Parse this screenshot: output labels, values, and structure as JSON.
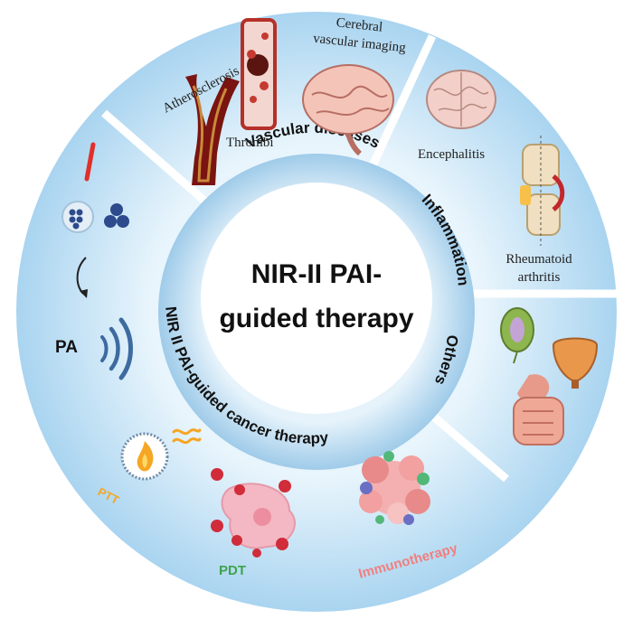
{
  "center": {
    "line1": "NIR-II PAI-",
    "line2": "guided therapy"
  },
  "ring": {
    "vascular": "Vascular diseases",
    "inflammation": "Inflammation",
    "others": "Others",
    "cancer": "NIR II PAI-guided cancer therapy"
  },
  "labels": {
    "atherosclerosis": "Atherosclerosis",
    "thrombi": "Thrombi",
    "cerebral_line1": "Cerebral",
    "cerebral_line2": "vascular imaging",
    "encephalitis": "Encephalitis",
    "rheumatoid_line1": "Rheumatoid",
    "rheumatoid_line2": "arthritis",
    "pa": "PA",
    "ptt": "PTT",
    "pdt": "PDT",
    "immunotherapy": "Immunotherapy"
  },
  "colors": {
    "ptt": "#f5a623",
    "pdt": "#3fa34d",
    "immunotherapy": "#f07f7f",
    "ring_text": "#111111",
    "outer_fill": "#bfe0f5",
    "inner_fill": "#ffffff"
  },
  "icons": [
    "blood-vessel-icon",
    "thrombus-vessel-icon",
    "brain-icon",
    "brain-section-icon",
    "knee-joint-icon",
    "kidney-icon",
    "bladder-icon",
    "intestine-icon",
    "laser-icon",
    "nanoparticle-icon",
    "sound-wave-icon",
    "flame-particle-icon",
    "heat-wave-icon",
    "tumor-cell-icon",
    "immune-cell-cluster-icon"
  ]
}
